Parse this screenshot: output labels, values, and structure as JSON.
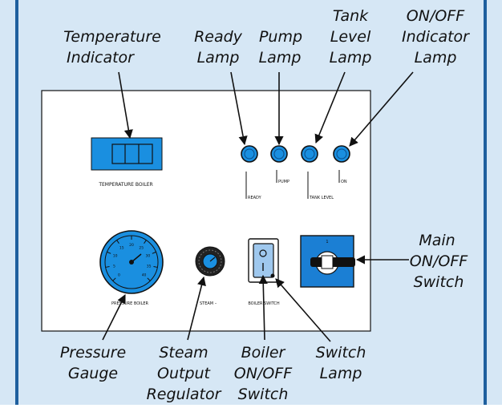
{
  "callouts": {
    "temperature_indicator": [
      "Temperature",
      "Indicator"
    ],
    "ready_lamp": [
      "Ready",
      "Lamp"
    ],
    "pump_lamp": [
      "Pump",
      "Lamp"
    ],
    "tank_level_lamp": [
      "Tank",
      "Level",
      "Lamp"
    ],
    "on_off_indicator_lamp": [
      "ON/OFF",
      "Indicator",
      "Lamp"
    ],
    "main_switch": [
      "Main",
      "ON/OFF",
      "Switch"
    ],
    "pressure_gauge": [
      "Pressure",
      "Gauge"
    ],
    "steam_output_regulator": [
      "Steam",
      "Output",
      "Regulator"
    ],
    "boiler_switch": [
      "Boiler",
      "ON/OFF",
      "Switch"
    ],
    "switch_lamp": [
      "Switch",
      "Lamp"
    ]
  },
  "panel_labels": {
    "temperature_boiler": "TEMPERATURE BOILER",
    "ready": "READY",
    "pump": "PUMP",
    "tank_level": "TANK LEVEL",
    "on": "ON",
    "pressure_boiler": "PRESSURE BOILER",
    "steam": "STEAM –",
    "boiler_switch": "BOILER SWITCH"
  },
  "gauge_scale": [
    "0",
    "5",
    "10",
    "15",
    "20",
    "25",
    "30",
    "35",
    "40"
  ],
  "colors": {
    "background": "#d6e7f5",
    "frame": "#1f5f9e",
    "panel": "#ffffff",
    "lamp_blue": "#1a8fe0",
    "switch_blue": "#1b7fd4",
    "line": "#111111"
  }
}
